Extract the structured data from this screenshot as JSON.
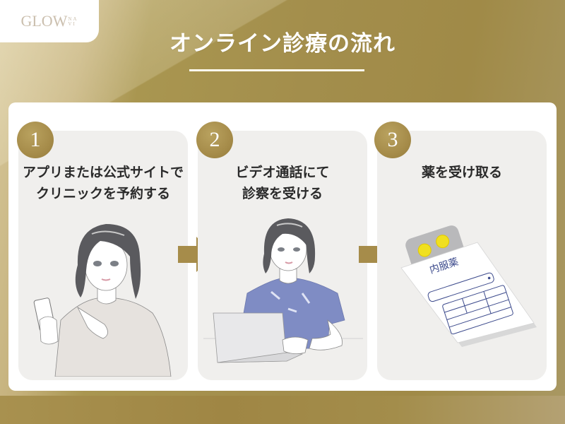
{
  "brand": {
    "logo_main": "GLOW",
    "logo_sub_top": "NA",
    "logo_sub_bottom": "VI"
  },
  "header": {
    "title": "オンライン診療の流れ"
  },
  "steps": [
    {
      "number": "1",
      "title_line1": "アプリまたは公式サイトで",
      "title_line2": "クリニックを予約する",
      "illustration": "woman-using-smartphone"
    },
    {
      "number": "2",
      "title_line1": "ビデオ通話にて",
      "title_line2": "診察を受ける",
      "illustration": "woman-using-laptop"
    },
    {
      "number": "3",
      "title_line1": "薬を受け取る",
      "title_line2": "",
      "illustration": "medicine-envelope-with-pills"
    }
  ],
  "medicine_envelope": {
    "label": "内服薬"
  },
  "colors": {
    "gold": "#a38e4c",
    "badge_gold": "#a68c4a",
    "card_bg": "#f0efed",
    "panel_bg": "#ffffff",
    "title_text": "#ffffff",
    "step_text": "#2a2a2a",
    "shirt_blue": "#7f8cc4",
    "pill_yellow": "#f0e020",
    "envelope_ink": "#3c4a8c"
  }
}
